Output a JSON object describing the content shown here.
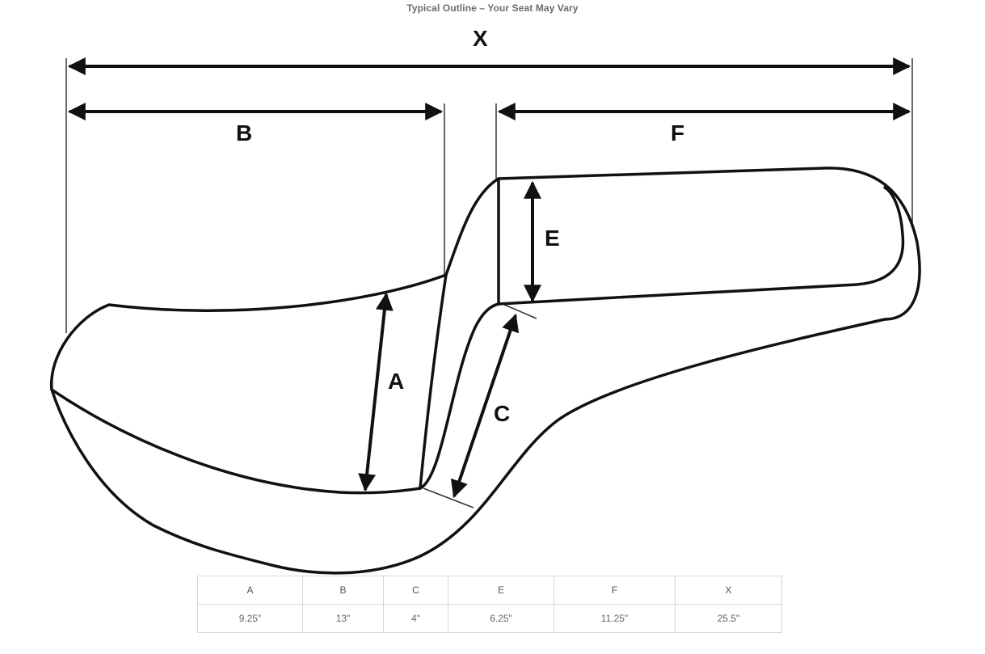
{
  "caption": "Typical Outline – Your Seat May Vary",
  "labels": {
    "x": "X",
    "b": "B",
    "f": "F",
    "e": "E",
    "a": "A",
    "c": "C"
  },
  "table": {
    "headers": [
      "A",
      "B",
      "C",
      "E",
      "F",
      "X"
    ],
    "values": [
      "9.25\"",
      "13\"",
      "4\"",
      "6.25\"",
      "11.25\"",
      "25.5\""
    ]
  }
}
